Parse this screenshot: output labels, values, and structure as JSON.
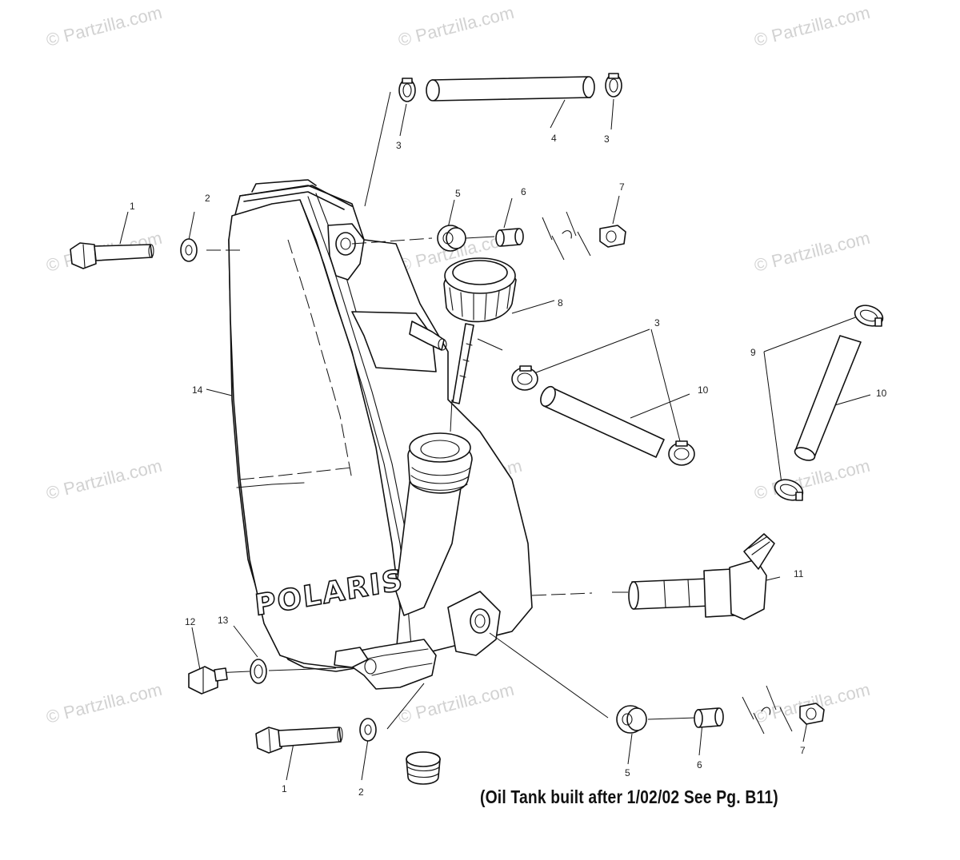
{
  "diagram": {
    "watermark_text": "© Partzilla.com",
    "logo_text": "POLARIS",
    "note": "(Oil Tank built after 1/02/02 See Pg. B11)",
    "callouts": {
      "c1_top": "1",
      "c2_top": "2",
      "c3_a": "3",
      "c3_b": "3",
      "c3_c": "3",
      "c4": "4",
      "c5_top": "5",
      "c6_top": "6",
      "c7_top": "7",
      "c8": "8",
      "c9": "9",
      "c10_a": "10",
      "c10_b": "10",
      "c11": "11",
      "c12": "12",
      "c13": "13",
      "c14": "14",
      "c1_bot": "1",
      "c2_bot": "2",
      "c5_bot": "5",
      "c6_bot": "6",
      "c7_bot": "7"
    }
  }
}
